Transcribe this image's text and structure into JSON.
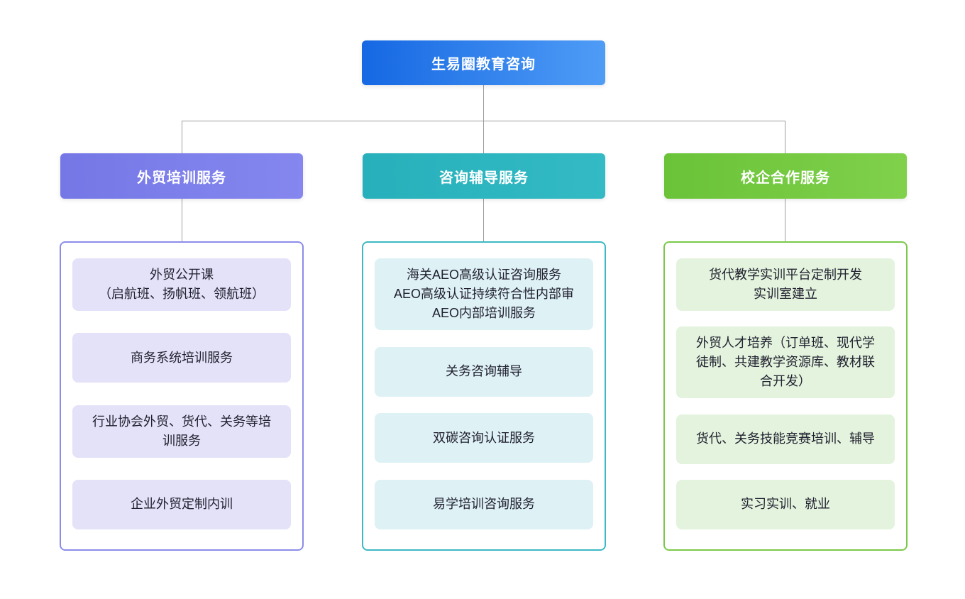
{
  "root_node": {
    "label": "生易圈教育咨询",
    "gradient_from": "#1668e3",
    "gradient_to": "#4f9cf6"
  },
  "connector_color": "#9e9e9e",
  "branches": [
    {
      "header": {
        "label": "外贸培训服务",
        "gradient_from": "#7577e6",
        "gradient_to": "#8587ef"
      },
      "panel": {
        "border_color": "#8b8ce9",
        "item_bg": "#e3e2f8"
      },
      "items": [
        "外贸公开课\n（启航班、扬帆班、领航班）",
        "商务系统培训服务",
        "行业协会外贸、货代、关务等培\n训服务",
        "企业外贸定制内训"
      ]
    },
    {
      "header": {
        "label": "咨询辅导服务",
        "gradient_from": "#27b0bb",
        "gradient_to": "#33bac4"
      },
      "panel": {
        "border_color": "#3db9c3",
        "item_bg": "#def1f5"
      },
      "items": [
        "海关AEO高级认证咨询服务\nAEO高级认证持续符合性内部审\nAEO内部培训服务",
        "关务咨询辅导",
        "双碳咨询认证服务",
        "易学培训咨询服务"
      ]
    },
    {
      "header": {
        "label": "校企合作服务",
        "gradient_from": "#6ac338",
        "gradient_to": "#80d04b"
      },
      "panel": {
        "border_color": "#7cc94a",
        "item_bg": "#e3f3dd"
      },
      "items": [
        "货代教学实训平台定制开发\n实训室建立",
        "外贸人才培养（订单班、现代学\n徒制、共建教学资源库、教材联\n合开发）",
        "货代、关务技能竞赛培训、辅导",
        "实习实训、就业"
      ]
    }
  ]
}
